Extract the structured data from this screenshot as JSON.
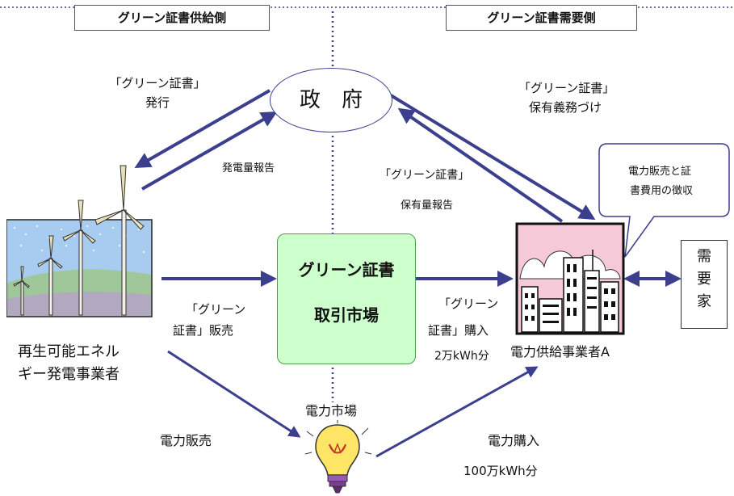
{
  "headers": {
    "supply": "グリーン証書供給側",
    "demand": "グリーン証書需要側"
  },
  "government": {
    "label": "政　府"
  },
  "market": {
    "line1": "グリーン証書",
    "line2": "取引市場"
  },
  "generator": {
    "line1": "再生可能エネル",
    "line2": "ギー発電事業者"
  },
  "supplier": {
    "label": "電力供給事業者A"
  },
  "consumer": {
    "label": "需要家",
    "line1": "需",
    "line2": "要",
    "line3": "家"
  },
  "callout": {
    "line1": "電力販売と証",
    "line2": "書費用の徴収"
  },
  "power_market": {
    "label": "電力市場"
  },
  "labels": {
    "cert_issue_1": "「グリーン証書」",
    "cert_issue_2": "発行",
    "gen_report": "発電量報告",
    "holding_duty_1": "「グリーン証書」",
    "holding_duty_2": "保有義務づけ",
    "holding_report_1": "「グリーン証書」",
    "holding_report_2": "保有量報告",
    "cert_sale_1": "「グリーン",
    "cert_sale_2": "証書」販売",
    "cert_buy_1": "「グリーン",
    "cert_buy_2": "証書」購入",
    "cert_buy_3": "2万kWh分",
    "power_sale": "電力販売",
    "power_buy_1": "電力購入",
    "power_buy_2": "100万kWh分"
  },
  "colors": {
    "arrow": "#3b3f8e",
    "market_fill": "#ccffcc",
    "divider": "#3b3f8e"
  },
  "icons": {
    "windmill": "wind-turbines-icon",
    "building": "city-buildings-icon",
    "bulb": "light-bulb-icon"
  }
}
